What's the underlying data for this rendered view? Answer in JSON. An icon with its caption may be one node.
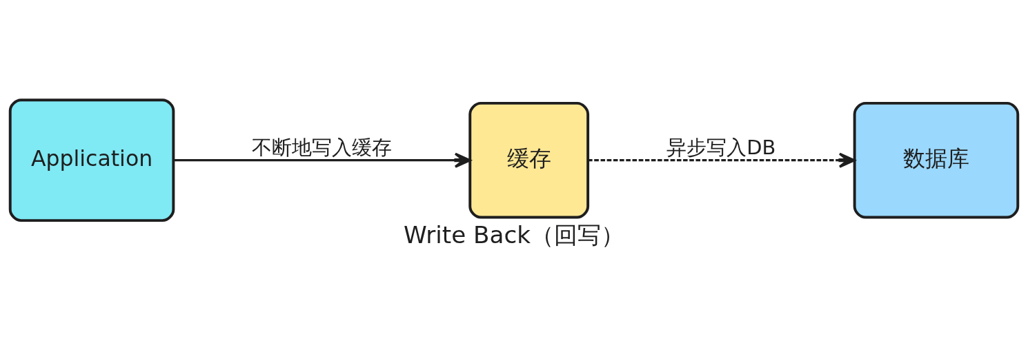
{
  "diagram": {
    "caption": "Write Back（回写）",
    "nodes": [
      {
        "text": [
          "Application"
        ]
      },
      {
        "text": [
          "缓存"
        ]
      },
      {
        "text": [
          "数据库"
        ]
      }
    ],
    "edges": [
      {
        "from": 0,
        "to": 1,
        "arrow": "to",
        "label": "不断地写入缓存"
      },
      {
        "from": 1,
        "to": 2,
        "arrow": "to",
        "label": "异步写入DB",
        "style": "dashed"
      }
    ]
  }
}
